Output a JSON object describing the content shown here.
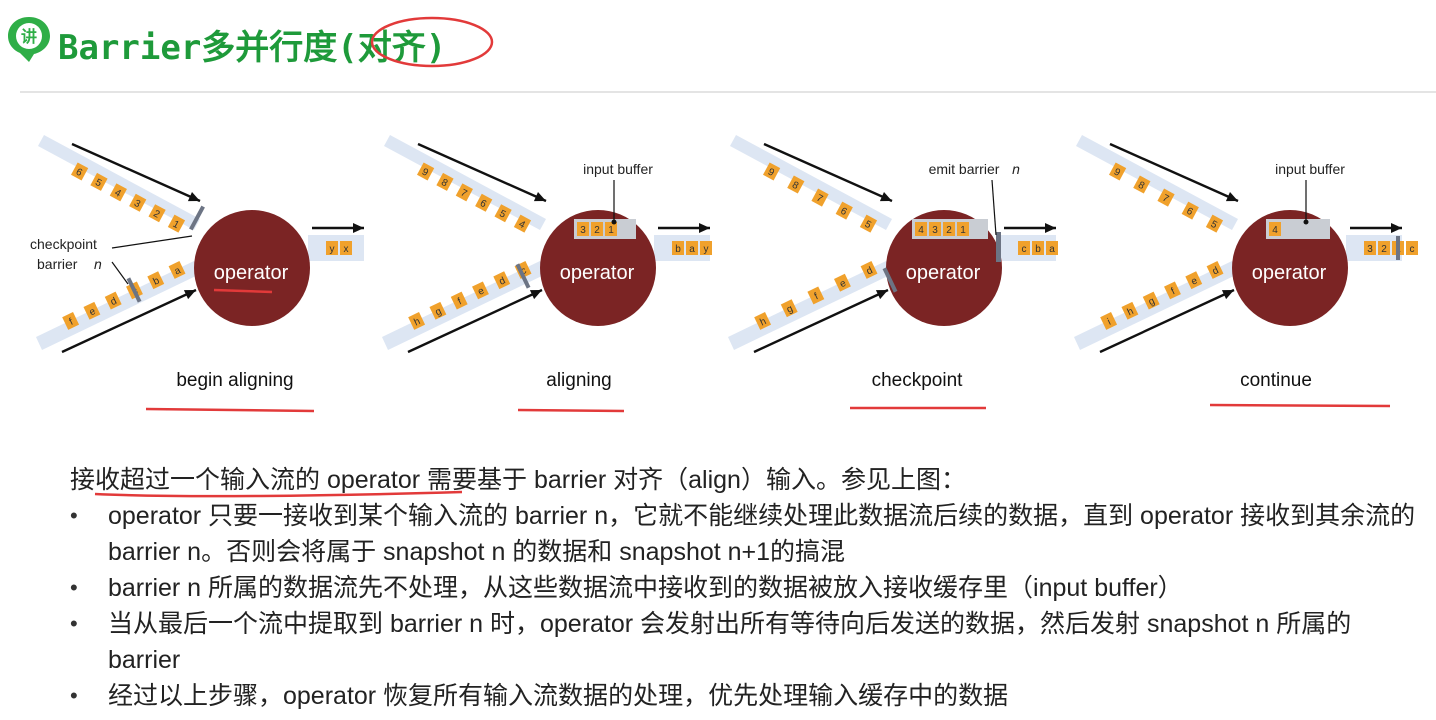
{
  "header": {
    "title_prefix": "Barrier多并行度(",
    "title_highlight": "对齐",
    "title_suffix": ")",
    "logo_char": "讲",
    "logo_color": "#2fae47",
    "title_color": "#1e9a3a"
  },
  "colors": {
    "operator_fill": "#7b2424",
    "stream_fill": "#dde6f3",
    "token_fill": "#f0a12c",
    "buffer_fill": "#c9cdd3",
    "barrier_color": "#6c7484",
    "annotation_red": "#e23a3a"
  },
  "diagram": {
    "operator_label": "operator",
    "checkpoint_label_line1": "checkpoint",
    "checkpoint_label_line2": "barrier",
    "checkpoint_label_n": "n",
    "panels": [
      {
        "caption": "begin aligning",
        "top_tokens": [
          "6",
          "5",
          "4",
          "3",
          "2",
          "1"
        ],
        "bottom_tokens": [
          "f",
          "e",
          "d",
          "c",
          "b",
          "a"
        ],
        "output_tokens": [
          "y",
          "x"
        ],
        "buffer_label": "",
        "buffer_tokens": []
      },
      {
        "caption": "aligning",
        "top_tokens": [
          "9",
          "8",
          "7",
          "6",
          "5",
          "4"
        ],
        "bottom_tokens": [
          "h",
          "g",
          "f",
          "e",
          "d",
          "c"
        ],
        "output_tokens": [
          "b",
          "a",
          "y"
        ],
        "buffer_label": "input buffer",
        "buffer_tokens": [
          "3",
          "2",
          "1"
        ]
      },
      {
        "caption": "checkpoint",
        "top_tokens": [
          "9",
          "8",
          "7",
          "6",
          "5"
        ],
        "bottom_tokens": [
          "h",
          "g",
          "f",
          "e",
          "d"
        ],
        "output_tokens": [
          "c",
          "b",
          "a"
        ],
        "buffer_label": "emit barrier",
        "buffer_label_n": "n",
        "buffer_tokens": [
          "4",
          "3",
          "2",
          "1"
        ]
      },
      {
        "caption": "continue",
        "top_tokens": [
          "9",
          "8",
          "7",
          "6",
          "5"
        ],
        "bottom_tokens": [
          "i",
          "h",
          "g",
          "f",
          "e",
          "d"
        ],
        "output_tokens": [
          "3",
          "2",
          "1",
          "c"
        ],
        "buffer_label": "input buffer",
        "buffer_tokens": [
          "4"
        ]
      }
    ]
  },
  "body": {
    "lead": "接收超过一个输入流的 operator 需要基于 barrier 对齐（align）输入。参见上图：",
    "bullets": [
      "operator 只要一接收到某个输入流的 barrier n，它就不能继续处理此数据流后续的数据，直到 operator 接收到其余流的 barrier n。否则会将属于 snapshot n 的数据和 snapshot n+1的搞混",
      "barrier n 所属的数据流先不处理，从这些数据流中接收到的数据被放入接收缓存里（input buffer）",
      "当从最后一个流中提取到 barrier n 时，operator 会发射出所有等待向后发送的数据，然后发射 snapshot n 所属的 barrier",
      "经过以上步骤，operator 恢复所有输入流数据的处理，优先处理输入缓存中的数据"
    ]
  }
}
